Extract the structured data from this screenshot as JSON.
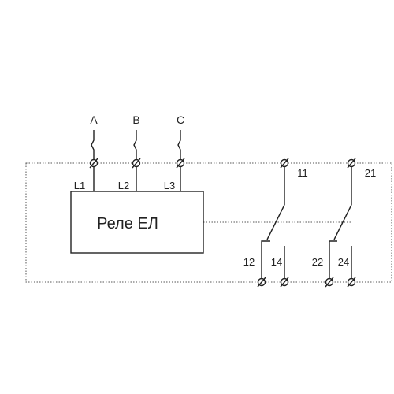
{
  "relay": {
    "title": "Реле ЕЛ",
    "inputs": [
      {
        "phase": "A",
        "terminal": "L1"
      },
      {
        "phase": "B",
        "terminal": "L2"
      },
      {
        "phase": "C",
        "terminal": "L3"
      }
    ]
  },
  "contacts": [
    {
      "common": "11",
      "nc": "12",
      "no": "14"
    },
    {
      "common": "21",
      "nc": "22",
      "no": "24"
    }
  ]
}
